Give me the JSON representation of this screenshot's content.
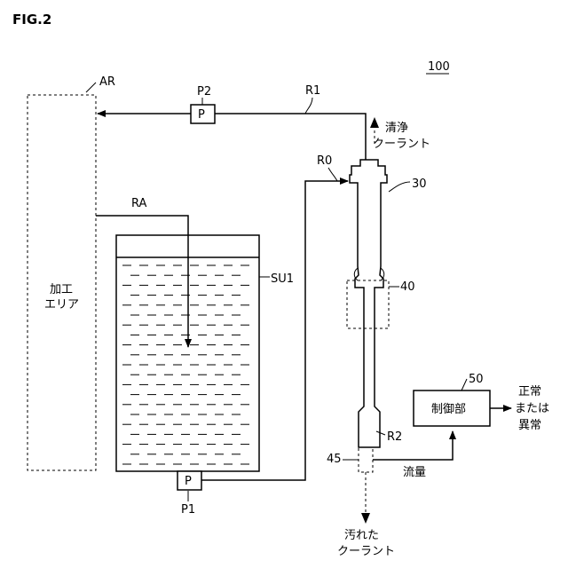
{
  "figure_label": "FIG.2",
  "system_ref": "100",
  "labels": {
    "ar": "AR",
    "p2": "P2",
    "pump": "P",
    "r1": "R1",
    "r0": "R0",
    "ra": "RA",
    "su1": "SU1",
    "n30": "30",
    "n40": "40",
    "n45": "45",
    "n50": "50",
    "p1": "P1",
    "r2": "R2"
  },
  "text": {
    "processing_area_1": "加工",
    "processing_area_2": "エリア",
    "clean_1": "清浄",
    "clean_2": "クーラント",
    "dirty_1": "汚れた",
    "dirty_2": "クーラント",
    "control_unit": "制御部",
    "flow_rate": "流量",
    "result_1": "正常",
    "result_2": "または",
    "result_3": "異常"
  }
}
